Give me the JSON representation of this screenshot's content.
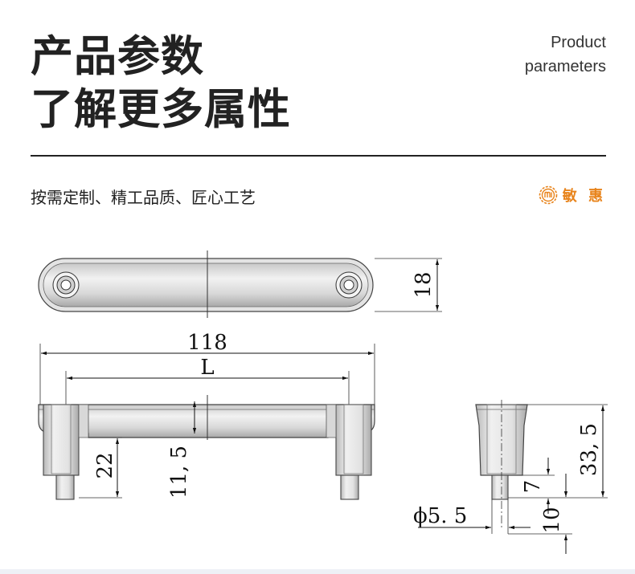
{
  "header": {
    "title_line1": "产品参数",
    "title_line2": "了解更多属性",
    "en_line1": "Product",
    "en_line2": "parameters"
  },
  "slogan": "按需定制、精工品质、匠心工艺",
  "brand": {
    "name": "敏 惠",
    "logo": "brand-logo-icon",
    "color": "#e8841c"
  },
  "dimensions": {
    "width": "18",
    "total_length": "118",
    "hole_spacing": "L",
    "leg_height": "22",
    "bar_thickness": "11, 5",
    "total_height": "33, 5",
    "thread_length": "7",
    "bottom_length": "10",
    "diameter": "ϕ5. 5"
  }
}
